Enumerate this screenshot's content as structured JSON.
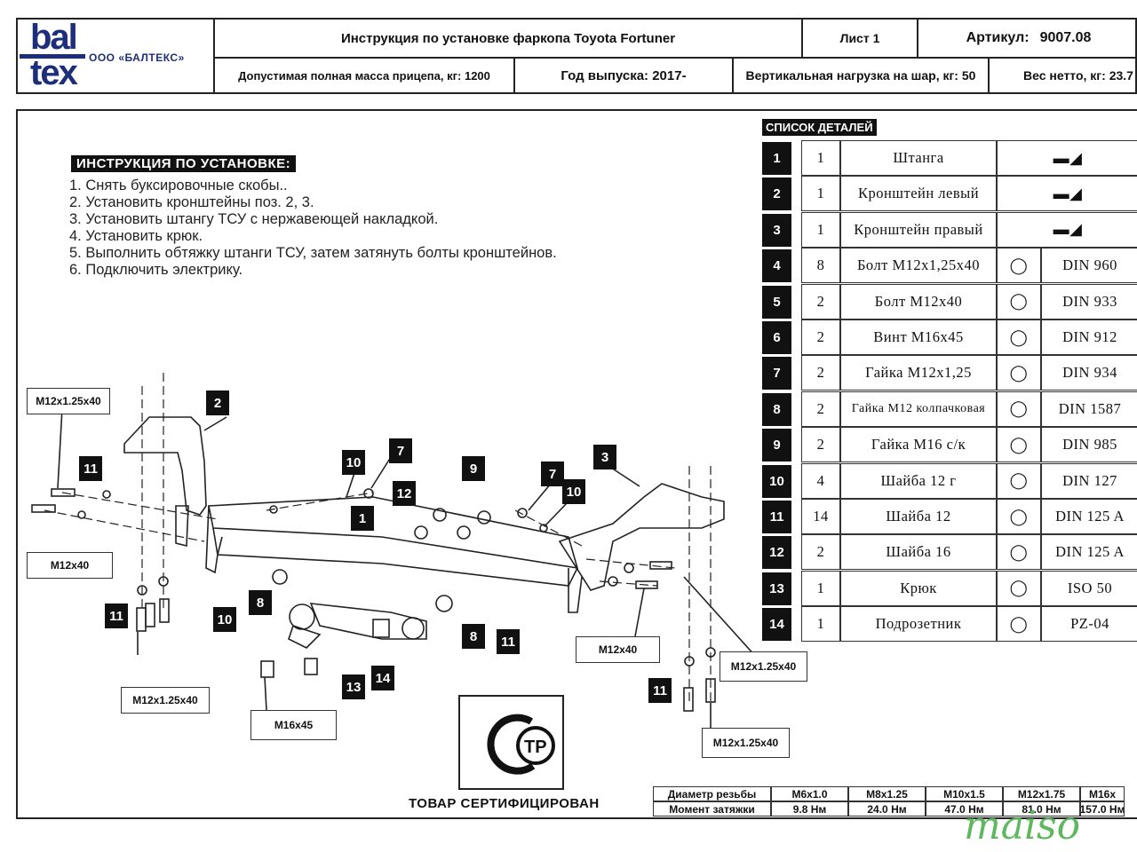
{
  "header": {
    "logo_top": "bal",
    "logo_bottom": "tex",
    "company": "ООО «БАЛТЕКС»",
    "title": "Инструкция по установке фаркопа Toyota Fortuner",
    "sheet": "Лист 1",
    "article_label": "Артикул:",
    "article_value": "9007.08",
    "max_trailer_mass": "Допустимая полная масса прицепа, кг: 1200",
    "year": "Год выпуска: 2017-",
    "vertical_load": "Вертикальная нагрузка на шар, кг: 50",
    "net_weight": "Вес нетто, кг: 23.7"
  },
  "instructions": {
    "title": "ИНСТРУКЦИЯ ПО УСТАНОВКЕ:",
    "steps": [
      "1. Снять буксировочные скобы..",
      "2. Установить кронштейны поз. 2, 3.",
      "3. Установить штангу ТСУ с нержавеющей накладкой.",
      "4. Установить крюк.",
      "5. Выполнить обтяжку штанги ТСУ, затем затянуть болты кронштейнов.",
      "6. Подключить электрику."
    ]
  },
  "parts": {
    "title": "СПИСОК ДЕТАЛЕЙ",
    "rows": [
      {
        "num": "1",
        "qty": "1",
        "name": "Штанга",
        "std": "",
        "icon": "tow-bar-icon"
      },
      {
        "num": "2",
        "qty": "1",
        "name": "Кронштейн левый",
        "std": "",
        "icon": "left-bracket-icon"
      },
      {
        "num": "3",
        "qty": "1",
        "name": "Кронштейн правый",
        "std": "",
        "icon": "right-bracket-icon"
      },
      {
        "num": "4",
        "qty": "8",
        "name": "Болт M12x1,25x40",
        "std": "DIN 960",
        "icon": "bolt-icon"
      },
      {
        "num": "5",
        "qty": "2",
        "name": "Болт M12x40",
        "std": "DIN 933",
        "icon": "bolt-icon"
      },
      {
        "num": "6",
        "qty": "2",
        "name": "Винт M16x45",
        "std": "DIN 912",
        "icon": "screw-icon"
      },
      {
        "num": "7",
        "qty": "2",
        "name": "Гайка M12x1,25",
        "std": "DIN 934",
        "icon": "nut-icon"
      },
      {
        "num": "8",
        "qty": "2",
        "name": "Гайка M12 колпачковая",
        "std": "DIN 1587",
        "icon": "cap-nut-icon"
      },
      {
        "num": "9",
        "qty": "2",
        "name": "Гайка M16 с/к",
        "std": "DIN 985",
        "icon": "lock-nut-icon"
      },
      {
        "num": "10",
        "qty": "4",
        "name": "Шайба 12 г",
        "std": "DIN 127",
        "icon": "spring-washer-icon"
      },
      {
        "num": "11",
        "qty": "14",
        "name": "Шайба 12",
        "std": "DIN 125 A",
        "icon": "washer-icon"
      },
      {
        "num": "12",
        "qty": "2",
        "name": "Шайба 16",
        "std": "DIN 125 A",
        "icon": "washer-icon"
      },
      {
        "num": "13",
        "qty": "1",
        "name": "Крюк",
        "std": "ISO 50",
        "icon": "hook-icon"
      },
      {
        "num": "14",
        "qty": "1",
        "name": "Подрозетник",
        "std": "PZ-04",
        "icon": "socket-plate-icon"
      }
    ]
  },
  "diagram": {
    "labels": {
      "bolt_tl": "M12x1.25x40",
      "bolt_l": "M12x40",
      "bolt_bl": "M12x1.25x40",
      "screw": "M16x45",
      "bolt_r1": "M12x40",
      "bolt_r2": "M12x1.25x40",
      "bolt_br": "M12x1.25x40"
    },
    "callouts": [
      "2",
      "11",
      "11",
      "10",
      "8",
      "10",
      "7",
      "12",
      "9",
      "1",
      "13",
      "14",
      "8",
      "11",
      "7",
      "10",
      "3",
      "11"
    ]
  },
  "certificate": {
    "mark": "ТР",
    "text": "ТОВАР СЕРТИФИЦИРОВАН"
  },
  "torque": {
    "row1_label": "Диаметр резьбы",
    "row2_label": "Момент затяжки",
    "threads": [
      "M6x1.0",
      "M8x1.25",
      "M10x1.5",
      "M12x1.75",
      "M16x"
    ],
    "torques": [
      "9.8 Нм",
      "24.0 Нм",
      "47.0 Нм",
      "81.0 Нм",
      "157.0 Нм"
    ]
  },
  "watermark": "maiso"
}
